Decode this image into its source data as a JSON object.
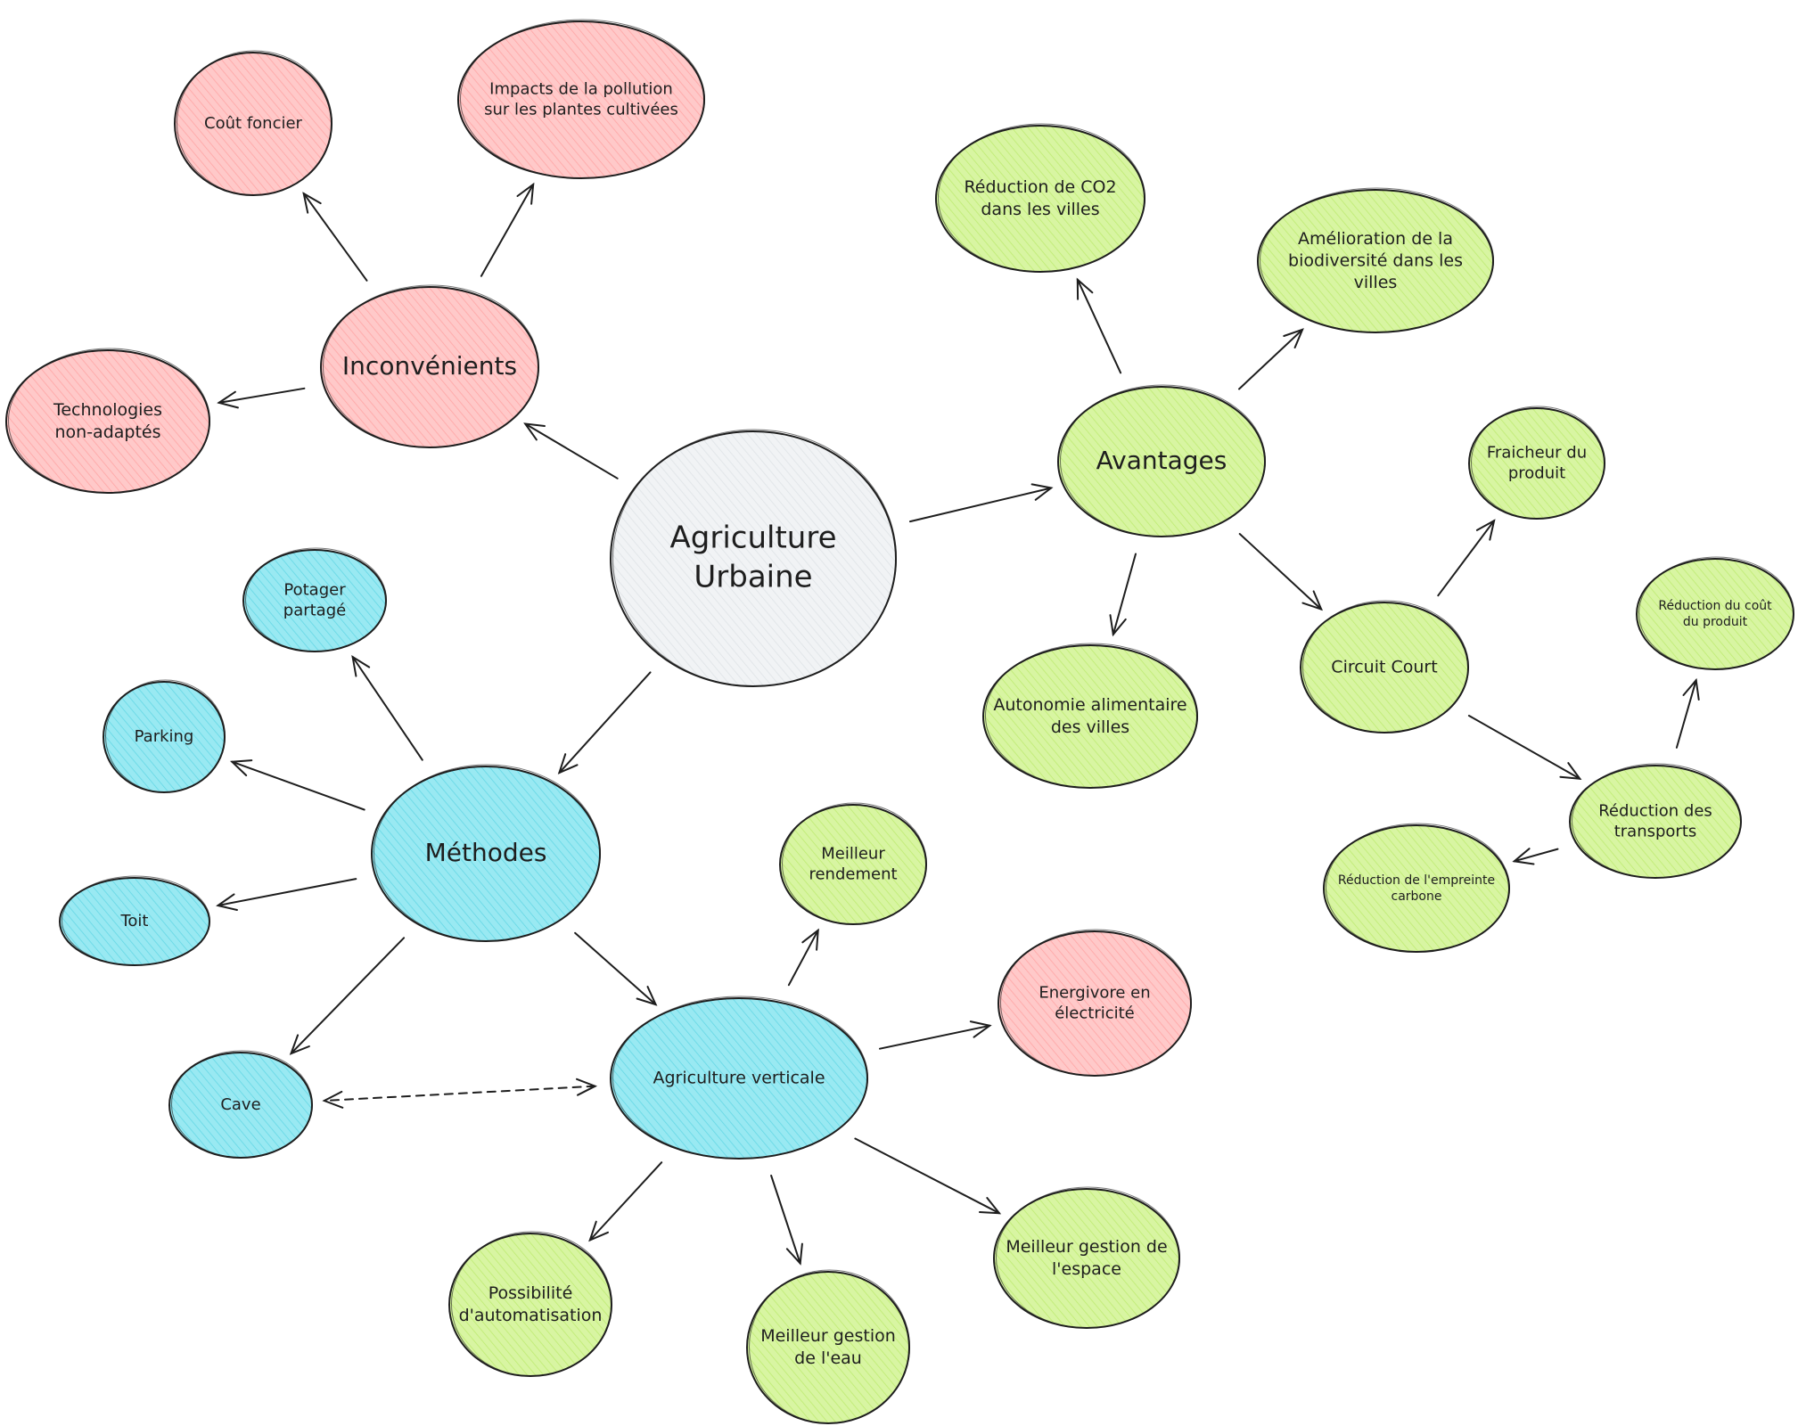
{
  "palette": {
    "red": "#ffc9c9",
    "green": "#d8f5a2",
    "blue": "#99e9f2",
    "grey": "#f1f3f5",
    "red_hatch": "#ff8787",
    "green_hatch": "#a9e34b",
    "blue_hatch": "#3bc9db",
    "grey_hatch": "#ced4da",
    "stroke": "#1e1e1e"
  },
  "nodes": [
    {
      "id": "agriculture-urbaine",
      "lines": [
        "Agriculture",
        "Urbaine"
      ],
      "color": "grey"
    },
    {
      "id": "inconvenients",
      "lines": [
        "Inconvénients"
      ],
      "color": "red"
    },
    {
      "id": "cout-foncier",
      "lines": [
        "Coût foncier"
      ],
      "color": "red"
    },
    {
      "id": "impacts-pollution",
      "lines": [
        "Impacts de la pollution",
        "sur les plantes cultivées"
      ],
      "color": "red"
    },
    {
      "id": "technologies-non-adaptes",
      "lines": [
        "Technologies",
        "non-adaptés"
      ],
      "color": "red"
    },
    {
      "id": "avantages",
      "lines": [
        "Avantages"
      ],
      "color": "green"
    },
    {
      "id": "reduction-co2",
      "lines": [
        "Réduction de CO2",
        "dans les villes"
      ],
      "color": "green"
    },
    {
      "id": "amelioration-biodiversite",
      "lines": [
        "Amélioration de la",
        "biodiversité dans les",
        "villes"
      ],
      "color": "green"
    },
    {
      "id": "autonomie-alimentaire",
      "lines": [
        "Autonomie alimentaire",
        "des villes"
      ],
      "color": "green"
    },
    {
      "id": "circuit-court",
      "lines": [
        "Circuit Court"
      ],
      "color": "green"
    },
    {
      "id": "fraicheur-produit",
      "lines": [
        "Fraicheur du",
        "produit"
      ],
      "color": "green"
    },
    {
      "id": "reduction-transports",
      "lines": [
        "Réduction des",
        "transports"
      ],
      "color": "green"
    },
    {
      "id": "reduction-cout-produit",
      "lines": [
        "Réduction du coût",
        "du produit"
      ],
      "color": "green"
    },
    {
      "id": "reduction-empreinte-carbone",
      "lines": [
        "Réduction de l'empreinte",
        "carbone"
      ],
      "color": "green"
    },
    {
      "id": "methodes",
      "lines": [
        "Méthodes"
      ],
      "color": "blue"
    },
    {
      "id": "potager-partage",
      "lines": [
        "Potager",
        "partagé"
      ],
      "color": "blue"
    },
    {
      "id": "parking",
      "lines": [
        "Parking"
      ],
      "color": "blue"
    },
    {
      "id": "toit",
      "lines": [
        "Toit"
      ],
      "color": "blue"
    },
    {
      "id": "cave",
      "lines": [
        "Cave"
      ],
      "color": "blue"
    },
    {
      "id": "agriculture-verticale",
      "lines": [
        "Agriculture verticale"
      ],
      "color": "blue"
    },
    {
      "id": "meilleur-rendement",
      "lines": [
        "Meilleur",
        "rendement"
      ],
      "color": "green"
    },
    {
      "id": "energivore-electricite",
      "lines": [
        "Energivore en",
        "électricité"
      ],
      "color": "red"
    },
    {
      "id": "meilleur-gestion-espace",
      "lines": [
        "Meilleur gestion de",
        "l'espace"
      ],
      "color": "green"
    },
    {
      "id": "meilleur-gestion-eau",
      "lines": [
        "Meilleur gestion",
        "de l'eau"
      ],
      "color": "green"
    },
    {
      "id": "possibilite-automatisation",
      "lines": [
        "Possibilité",
        "d'automatisation"
      ],
      "color": "green"
    }
  ],
  "edges": [
    {
      "from": "agriculture-urbaine",
      "to": "inconvenients"
    },
    {
      "from": "agriculture-urbaine",
      "to": "avantages"
    },
    {
      "from": "agriculture-urbaine",
      "to": "methodes"
    },
    {
      "from": "inconvenients",
      "to": "cout-foncier"
    },
    {
      "from": "inconvenients",
      "to": "impacts-pollution"
    },
    {
      "from": "inconvenients",
      "to": "technologies-non-adaptes"
    },
    {
      "from": "avantages",
      "to": "reduction-co2"
    },
    {
      "from": "avantages",
      "to": "amelioration-biodiversite"
    },
    {
      "from": "avantages",
      "to": "autonomie-alimentaire"
    },
    {
      "from": "avantages",
      "to": "circuit-court"
    },
    {
      "from": "circuit-court",
      "to": "fraicheur-produit"
    },
    {
      "from": "circuit-court",
      "to": "reduction-transports"
    },
    {
      "from": "reduction-transports",
      "to": "reduction-cout-produit"
    },
    {
      "from": "reduction-transports",
      "to": "reduction-empreinte-carbone"
    },
    {
      "from": "methodes",
      "to": "potager-partage"
    },
    {
      "from": "methodes",
      "to": "parking"
    },
    {
      "from": "methodes",
      "to": "toit"
    },
    {
      "from": "methodes",
      "to": "cave"
    },
    {
      "from": "methodes",
      "to": "agriculture-verticale"
    },
    {
      "from": "agriculture-verticale",
      "to": "meilleur-rendement"
    },
    {
      "from": "agriculture-verticale",
      "to": "energivore-electricite"
    },
    {
      "from": "agriculture-verticale",
      "to": "meilleur-gestion-espace"
    },
    {
      "from": "agriculture-verticale",
      "to": "meilleur-gestion-eau"
    },
    {
      "from": "agriculture-verticale",
      "to": "possibilite-automatisation"
    },
    {
      "from": "agriculture-verticale",
      "to": "cave",
      "dashed": true,
      "both_ends": true
    }
  ]
}
